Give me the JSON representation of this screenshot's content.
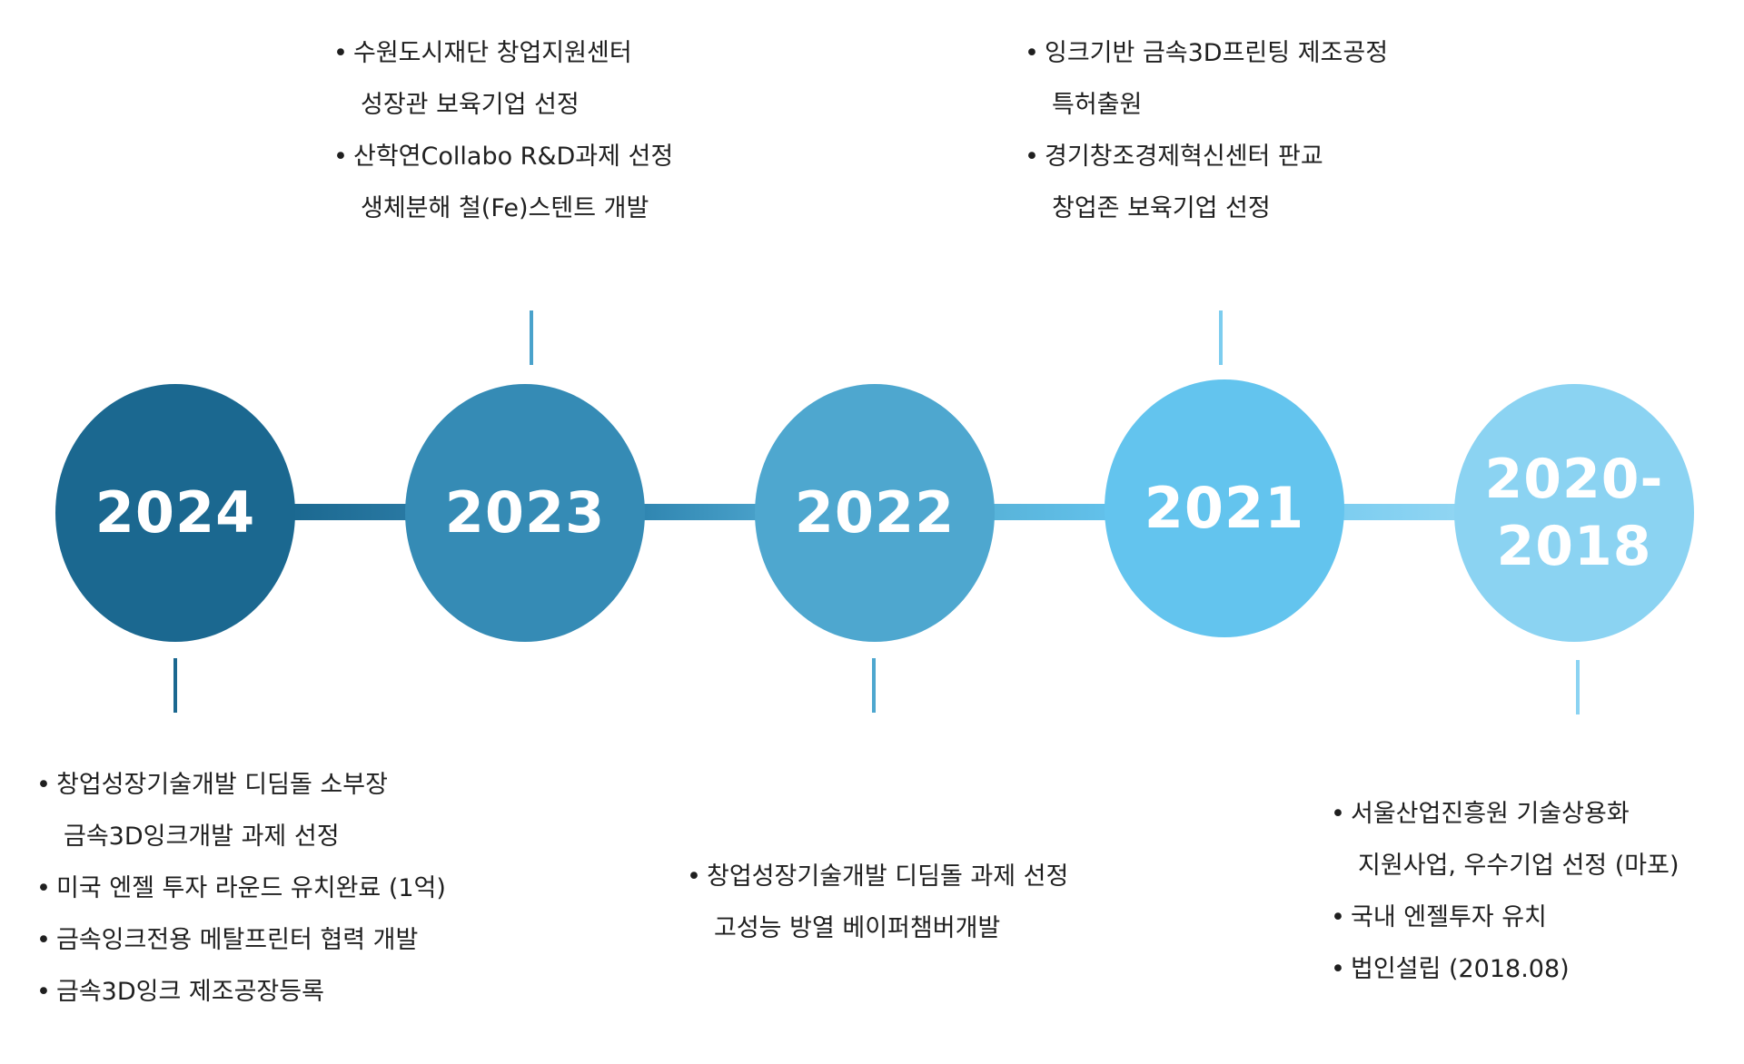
{
  "colors": {
    "c2024": "#1b6890",
    "c2023": "#358bb5",
    "c2022": "#4ea7cf",
    "c2021": "#63c4ee",
    "c2020": "#8bd3f2",
    "text": "#1f1f1f"
  },
  "timeline": [
    {
      "year": "2024",
      "items": [
        {
          "line1": "창업성장기술개발 디딤돌 소부장",
          "line2": "금속3D잉크개발 과제 선정"
        },
        {
          "line1": "미국 엔젤 투자 라운드 유치완료 (1억)",
          "line2": ""
        },
        {
          "line1": "금속잉크전용 메탈프린터 협력 개발",
          "line2": ""
        },
        {
          "line1": "금속3D잉크 제조공장등록",
          "line2": ""
        }
      ]
    },
    {
      "year": "2023",
      "items": [
        {
          "line1": "수원도시재단 창업지원센터",
          "line2": "성장관 보육기업 선정"
        },
        {
          "line1": "산학연Collabo R&D과제 선정",
          "line2": "생체분해 철(Fe)스텐트 개발"
        }
      ]
    },
    {
      "year": "2022",
      "items": [
        {
          "line1": "창업성장기술개발 디딤돌 과제 선정",
          "line2": "고성능 방열 베이퍼챔버개발"
        }
      ]
    },
    {
      "year": "2021",
      "items": [
        {
          "line1": "잉크기반 금속3D프린팅 제조공정",
          "line2": "특허출원"
        },
        {
          "line1": "경기창조경제혁신센터 판교",
          "line2": "창업존 보육기업 선정"
        }
      ]
    },
    {
      "year": "2020-\n2018",
      "items": [
        {
          "line1": "서울산업진흥원 기술상용화",
          "line2": "지원사업, 우수기업 선정 (마포)"
        },
        {
          "line1": "국내 엔젤투자 유치",
          "line2": ""
        },
        {
          "line1": "법인설립 (2018.08)",
          "line2": ""
        }
      ]
    }
  ]
}
